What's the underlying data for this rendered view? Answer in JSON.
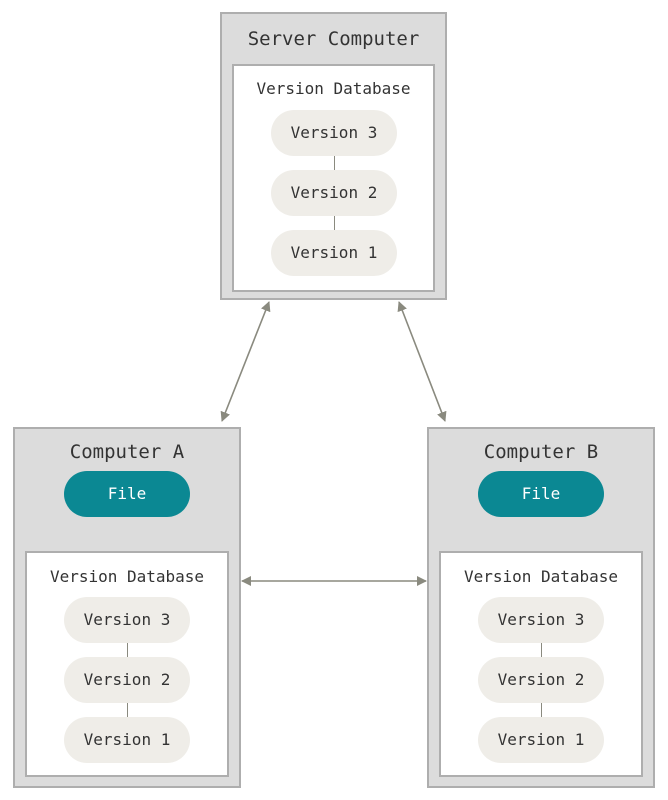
{
  "server": {
    "title": "Server Computer",
    "db_title": "Version Database",
    "versions": [
      "Version 3",
      "Version 2",
      "Version 1"
    ]
  },
  "computer_a": {
    "title": "Computer A",
    "file_label": "File",
    "db_title": "Version Database",
    "versions": [
      "Version 3",
      "Version 2",
      "Version 1"
    ]
  },
  "computer_b": {
    "title": "Computer B",
    "file_label": "File",
    "db_title": "Version Database",
    "versions": [
      "Version 3",
      "Version 2",
      "Version 1"
    ]
  },
  "colors": {
    "box_fill": "#dcdcdc",
    "box_border": "#aeaeae",
    "version_fill": "#efede8",
    "file_fill": "#0b8893",
    "arrow": "#8a8a7f"
  }
}
